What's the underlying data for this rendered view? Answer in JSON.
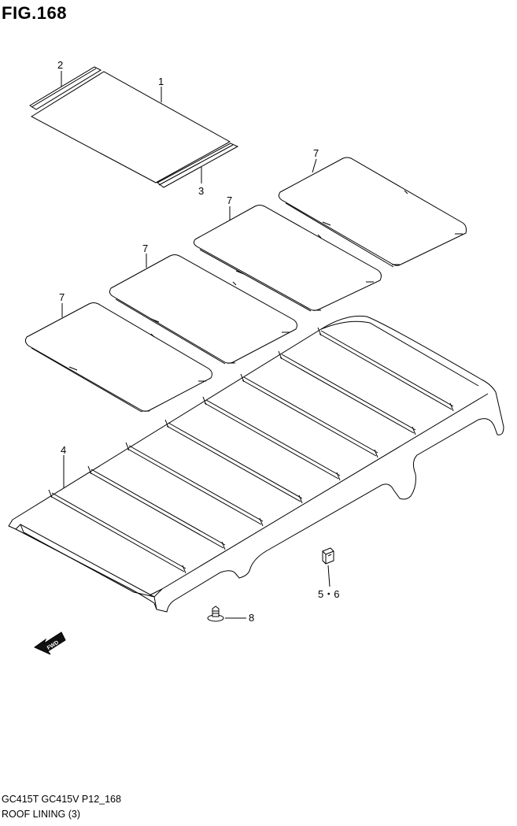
{
  "figure": {
    "title": "FIG.168"
  },
  "callouts": {
    "p1": "1",
    "p2": "2",
    "p3": "3",
    "p4": "4",
    "p56": "5・6",
    "p7a": "7",
    "p7b": "7",
    "p7c": "7",
    "p7d": "7",
    "p8": "8"
  },
  "fwd_marker": {
    "label": "FWD"
  },
  "footer": {
    "line1": "GC415T GC415V P12_168",
    "line2": "ROOF LINING (3)"
  }
}
